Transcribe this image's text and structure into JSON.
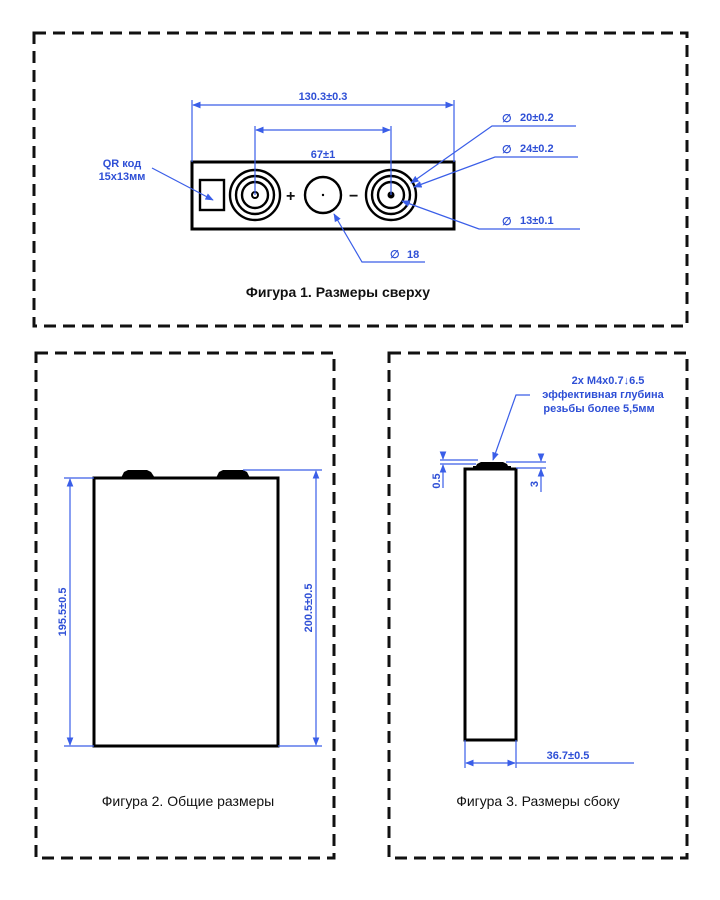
{
  "figure1": {
    "caption": "Фигура 1. Размеры сверху",
    "overall_width": "130.3±0.3",
    "terminal_spacing": "67±1",
    "qr_label_line1": "QR код",
    "qr_label_line2": "15x13мм",
    "plus_sign": "+",
    "minus_sign": "−",
    "diameter_symbol": "∅",
    "dia_inner_ring": "20±0.2",
    "dia_outer_ring": "24±0.2",
    "dia_terminal": "13±0.1",
    "dia_vent": "18"
  },
  "figure2": {
    "caption": "Фигура 2. Общие размеры",
    "body_height": "195.5±0.5",
    "total_height": "200.5±0.5"
  },
  "figure3": {
    "caption": "Фигура 3. Размеры сбоку",
    "thread_line1": "2x M4x0.7↓6.5",
    "thread_line2": "эффективная глубина",
    "thread_line3": "резьбы более 5,5мм",
    "terminal_offset": "0.5",
    "terminal_height": "3",
    "thickness": "36.7±0.5"
  },
  "colors": {
    "dimension": "#3a5ee8",
    "outline": "#000000"
  }
}
